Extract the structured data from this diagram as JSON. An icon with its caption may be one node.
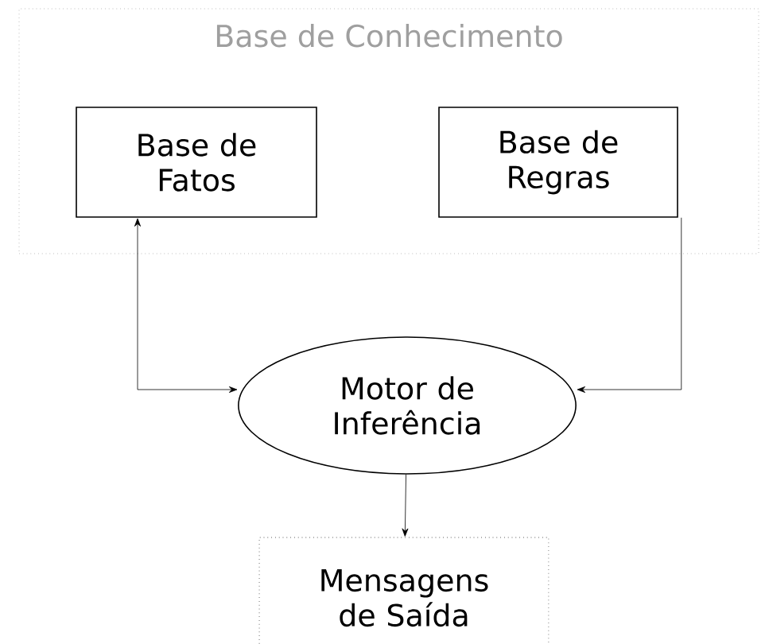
{
  "diagram": {
    "nodes": [
      {
        "text": [
          "Base de Conhecimento"
        ]
      },
      {
        "text": [
          "Base de Fatos"
        ],
        "in": 0
      },
      {
        "text": [
          "Base de Regras"
        ],
        "in": 0
      },
      {
        "text": [
          "Motor de Inferência"
        ]
      },
      {
        "text": [
          "Mensagens de Saída"
        ]
      }
    ],
    "edges": [
      {
        "from": 1,
        "to": 3,
        "arrow": "both"
      },
      {
        "from": 2,
        "to": 3,
        "arrow": "to"
      },
      {
        "from": 3,
        "to": 4,
        "arrow": "to"
      }
    ]
  }
}
